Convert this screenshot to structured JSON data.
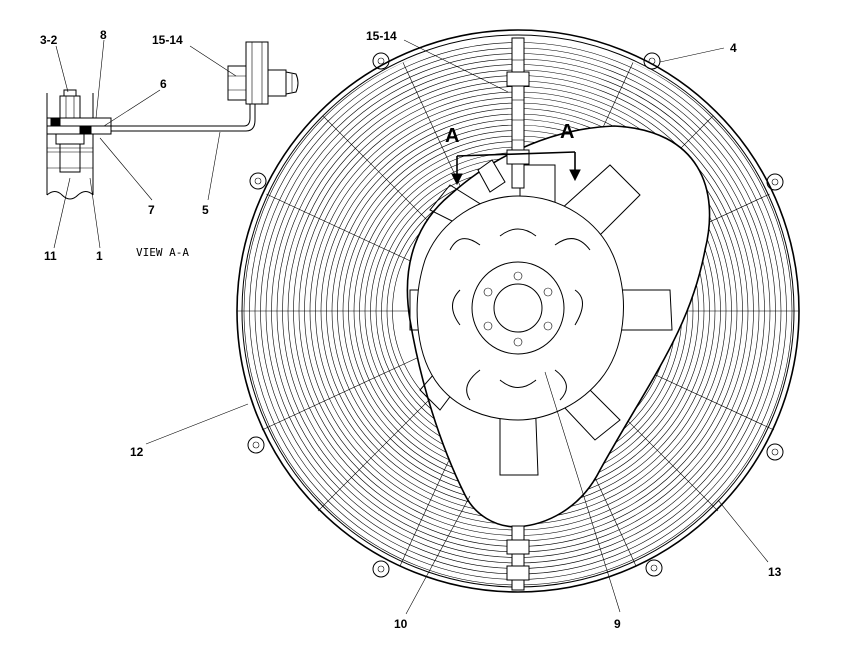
{
  "view_label": "VIEW A-A",
  "section_letter": "A",
  "callouts": {
    "c_3_2": "3-2",
    "c_8": "8",
    "c_6": "6",
    "c_7": "7",
    "c_11": "11",
    "c_1": "1",
    "c_15_14_detail": "15-14",
    "c_5": "5",
    "c_15_14_main": "15-14",
    "c_4": "4",
    "c_12": "12",
    "c_13": "13",
    "c_10": "10",
    "c_9": "9"
  }
}
